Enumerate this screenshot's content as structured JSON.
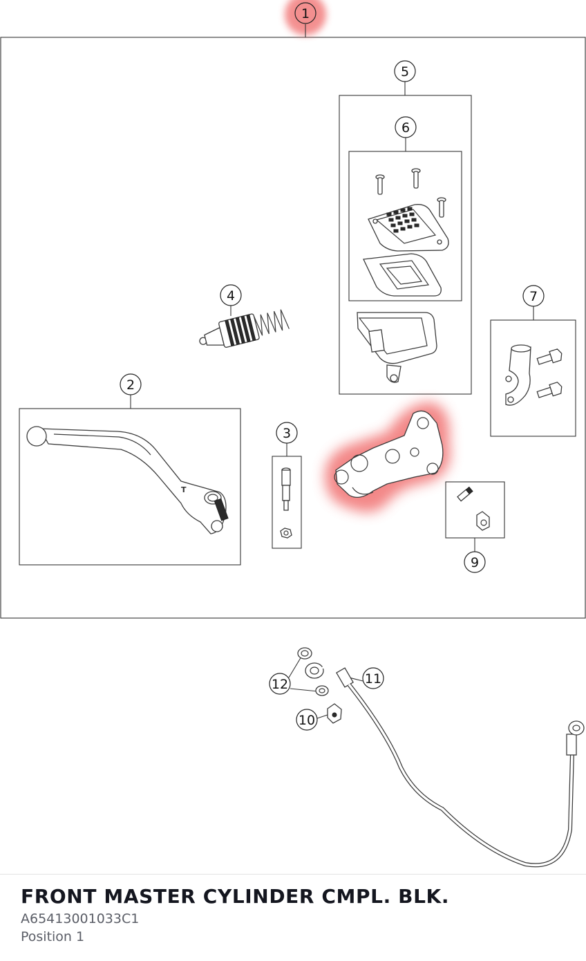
{
  "diagram": {
    "callouts": [
      {
        "id": "1",
        "label": "1",
        "highlighted": true
      },
      {
        "id": "2",
        "label": "2",
        "highlighted": false
      },
      {
        "id": "3",
        "label": "3",
        "highlighted": false
      },
      {
        "id": "4",
        "label": "4",
        "highlighted": false
      },
      {
        "id": "5",
        "label": "5",
        "highlighted": false
      },
      {
        "id": "6",
        "label": "6",
        "highlighted": false
      },
      {
        "id": "7",
        "label": "7",
        "highlighted": false
      },
      {
        "id": "9",
        "label": "9",
        "highlighted": false
      },
      {
        "id": "10",
        "label": "10",
        "highlighted": false
      },
      {
        "id": "11",
        "label": "11",
        "highlighted": false
      },
      {
        "id": "12",
        "label": "12",
        "highlighted": false
      }
    ],
    "highlight_color": "#f06a6a"
  },
  "part": {
    "title": "FRONT MASTER CYLINDER CMPL. BLK.",
    "number": "A65413001033C1",
    "position": "Position 1"
  }
}
